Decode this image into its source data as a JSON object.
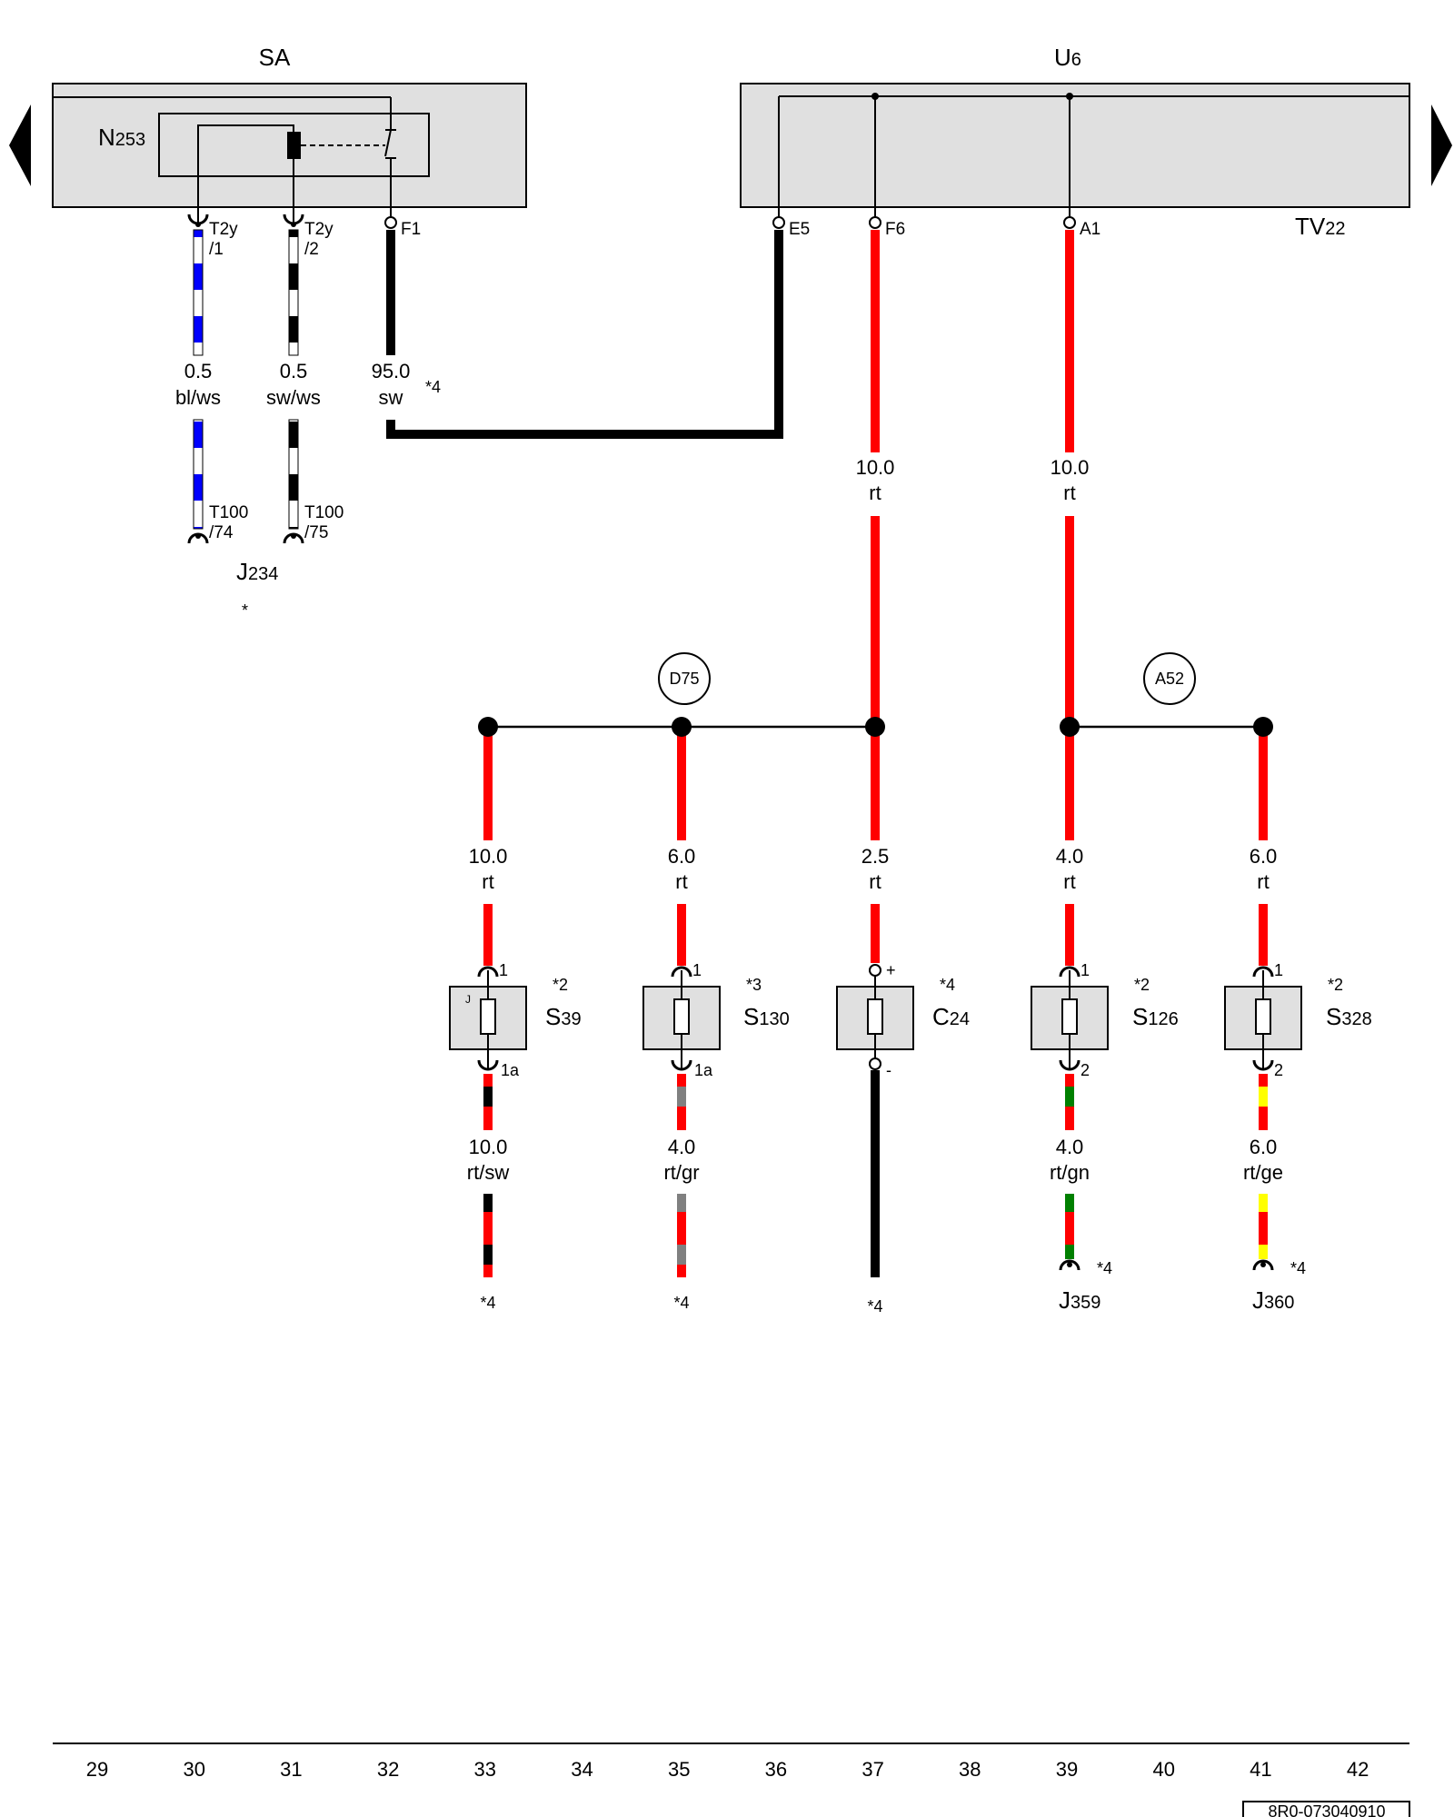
{
  "nav": {
    "prev_icon": "triangle-left-icon",
    "next_icon": "triangle-right-icon"
  },
  "components": {
    "sa": "SA",
    "u6": {
      "main": "U",
      "sub": "6"
    },
    "n253": {
      "main": "N",
      "sub": "253"
    },
    "tv22": {
      "main": "TV",
      "sub": "22"
    },
    "j234": {
      "main": "J",
      "sub": "234"
    },
    "j234_note": "*",
    "d75": "D75",
    "a52": "A52",
    "s39": {
      "main": "S",
      "sub": "39"
    },
    "s130": {
      "main": "S",
      "sub": "130"
    },
    "c24": {
      "main": "C",
      "sub": "24"
    },
    "s126": {
      "main": "S",
      "sub": "126"
    },
    "s328": {
      "main": "S",
      "sub": "328"
    },
    "j359": {
      "main": "J",
      "sub": "359"
    },
    "j360": {
      "main": "J",
      "sub": "360"
    }
  },
  "pins": {
    "t2y1_a": "T2y",
    "t2y1_b": "/1",
    "t2y2_a": "T2y",
    "t2y2_b": "/2",
    "f1": "F1",
    "e5": "E5",
    "f6": "F6",
    "a1": "A1",
    "t100_74_a": "T100",
    "t100_74_b": "/74",
    "t100_75_a": "T100",
    "t100_75_b": "/75",
    "s39_in": "1",
    "s39_out": "1a",
    "s39_inner": "J",
    "s130_in": "1",
    "s130_out": "1a",
    "c24_plus": "+",
    "c24_minus": "-",
    "s126_in": "1",
    "s126_out": "2",
    "s328_in": "1",
    "s328_out": "2"
  },
  "notes": {
    "n95": "*4",
    "s39": "*2",
    "s130": "*3",
    "c24": "*4",
    "s126": "*2",
    "s328": "*2",
    "w33_end": "*4",
    "w35_end": "*4",
    "w37_end": "*4",
    "j359": "*4",
    "j360": "*4"
  },
  "wires": [
    {
      "id": "w-bl-ws",
      "cs": "0.5",
      "color": "bl/ws",
      "stripes": [
        "#0000ff",
        "#ffffff"
      ]
    },
    {
      "id": "w-sw-ws",
      "cs": "0.5",
      "color": "sw/ws",
      "stripes": [
        "#000000",
        "#ffffff"
      ]
    },
    {
      "id": "w-sw-95",
      "cs": "95.0",
      "color": "sw",
      "stripes": [
        "#000000"
      ]
    },
    {
      "id": "w-f6",
      "cs": "10.0",
      "color": "rt",
      "stripes": [
        "#ff0000"
      ]
    },
    {
      "id": "w-a1",
      "cs": "10.0",
      "color": "rt",
      "stripes": [
        "#ff0000"
      ]
    },
    {
      "id": "w-33-in",
      "cs": "10.0",
      "color": "rt",
      "stripes": [
        "#ff0000"
      ]
    },
    {
      "id": "w-35-in",
      "cs": "6.0",
      "color": "rt",
      "stripes": [
        "#ff0000"
      ]
    },
    {
      "id": "w-37-in",
      "cs": "2.5",
      "color": "rt",
      "stripes": [
        "#ff0000"
      ]
    },
    {
      "id": "w-39-in",
      "cs": "4.0",
      "color": "rt",
      "stripes": [
        "#ff0000"
      ]
    },
    {
      "id": "w-41-in",
      "cs": "6.0",
      "color": "rt",
      "stripes": [
        "#ff0000"
      ]
    },
    {
      "id": "w-33-out",
      "cs": "10.0",
      "color": "rt/sw",
      "stripes": [
        "#ff0000",
        "#000000"
      ]
    },
    {
      "id": "w-35-out",
      "cs": "4.0",
      "color": "rt/gr",
      "stripes": [
        "#ff0000",
        "#808080"
      ]
    },
    {
      "id": "w-39-out",
      "cs": "4.0",
      "color": "rt/gn",
      "stripes": [
        "#ff0000",
        "#008000"
      ]
    },
    {
      "id": "w-41-out",
      "cs": "6.0",
      "color": "rt/ge",
      "stripes": [
        "#ff0000",
        "#ffff00"
      ]
    }
  ],
  "footer": {
    "tracks": [
      "29",
      "30",
      "31",
      "32",
      "33",
      "34",
      "35",
      "36",
      "37",
      "38",
      "39",
      "40",
      "41",
      "42"
    ],
    "doc_number": "8R0-073040910"
  }
}
